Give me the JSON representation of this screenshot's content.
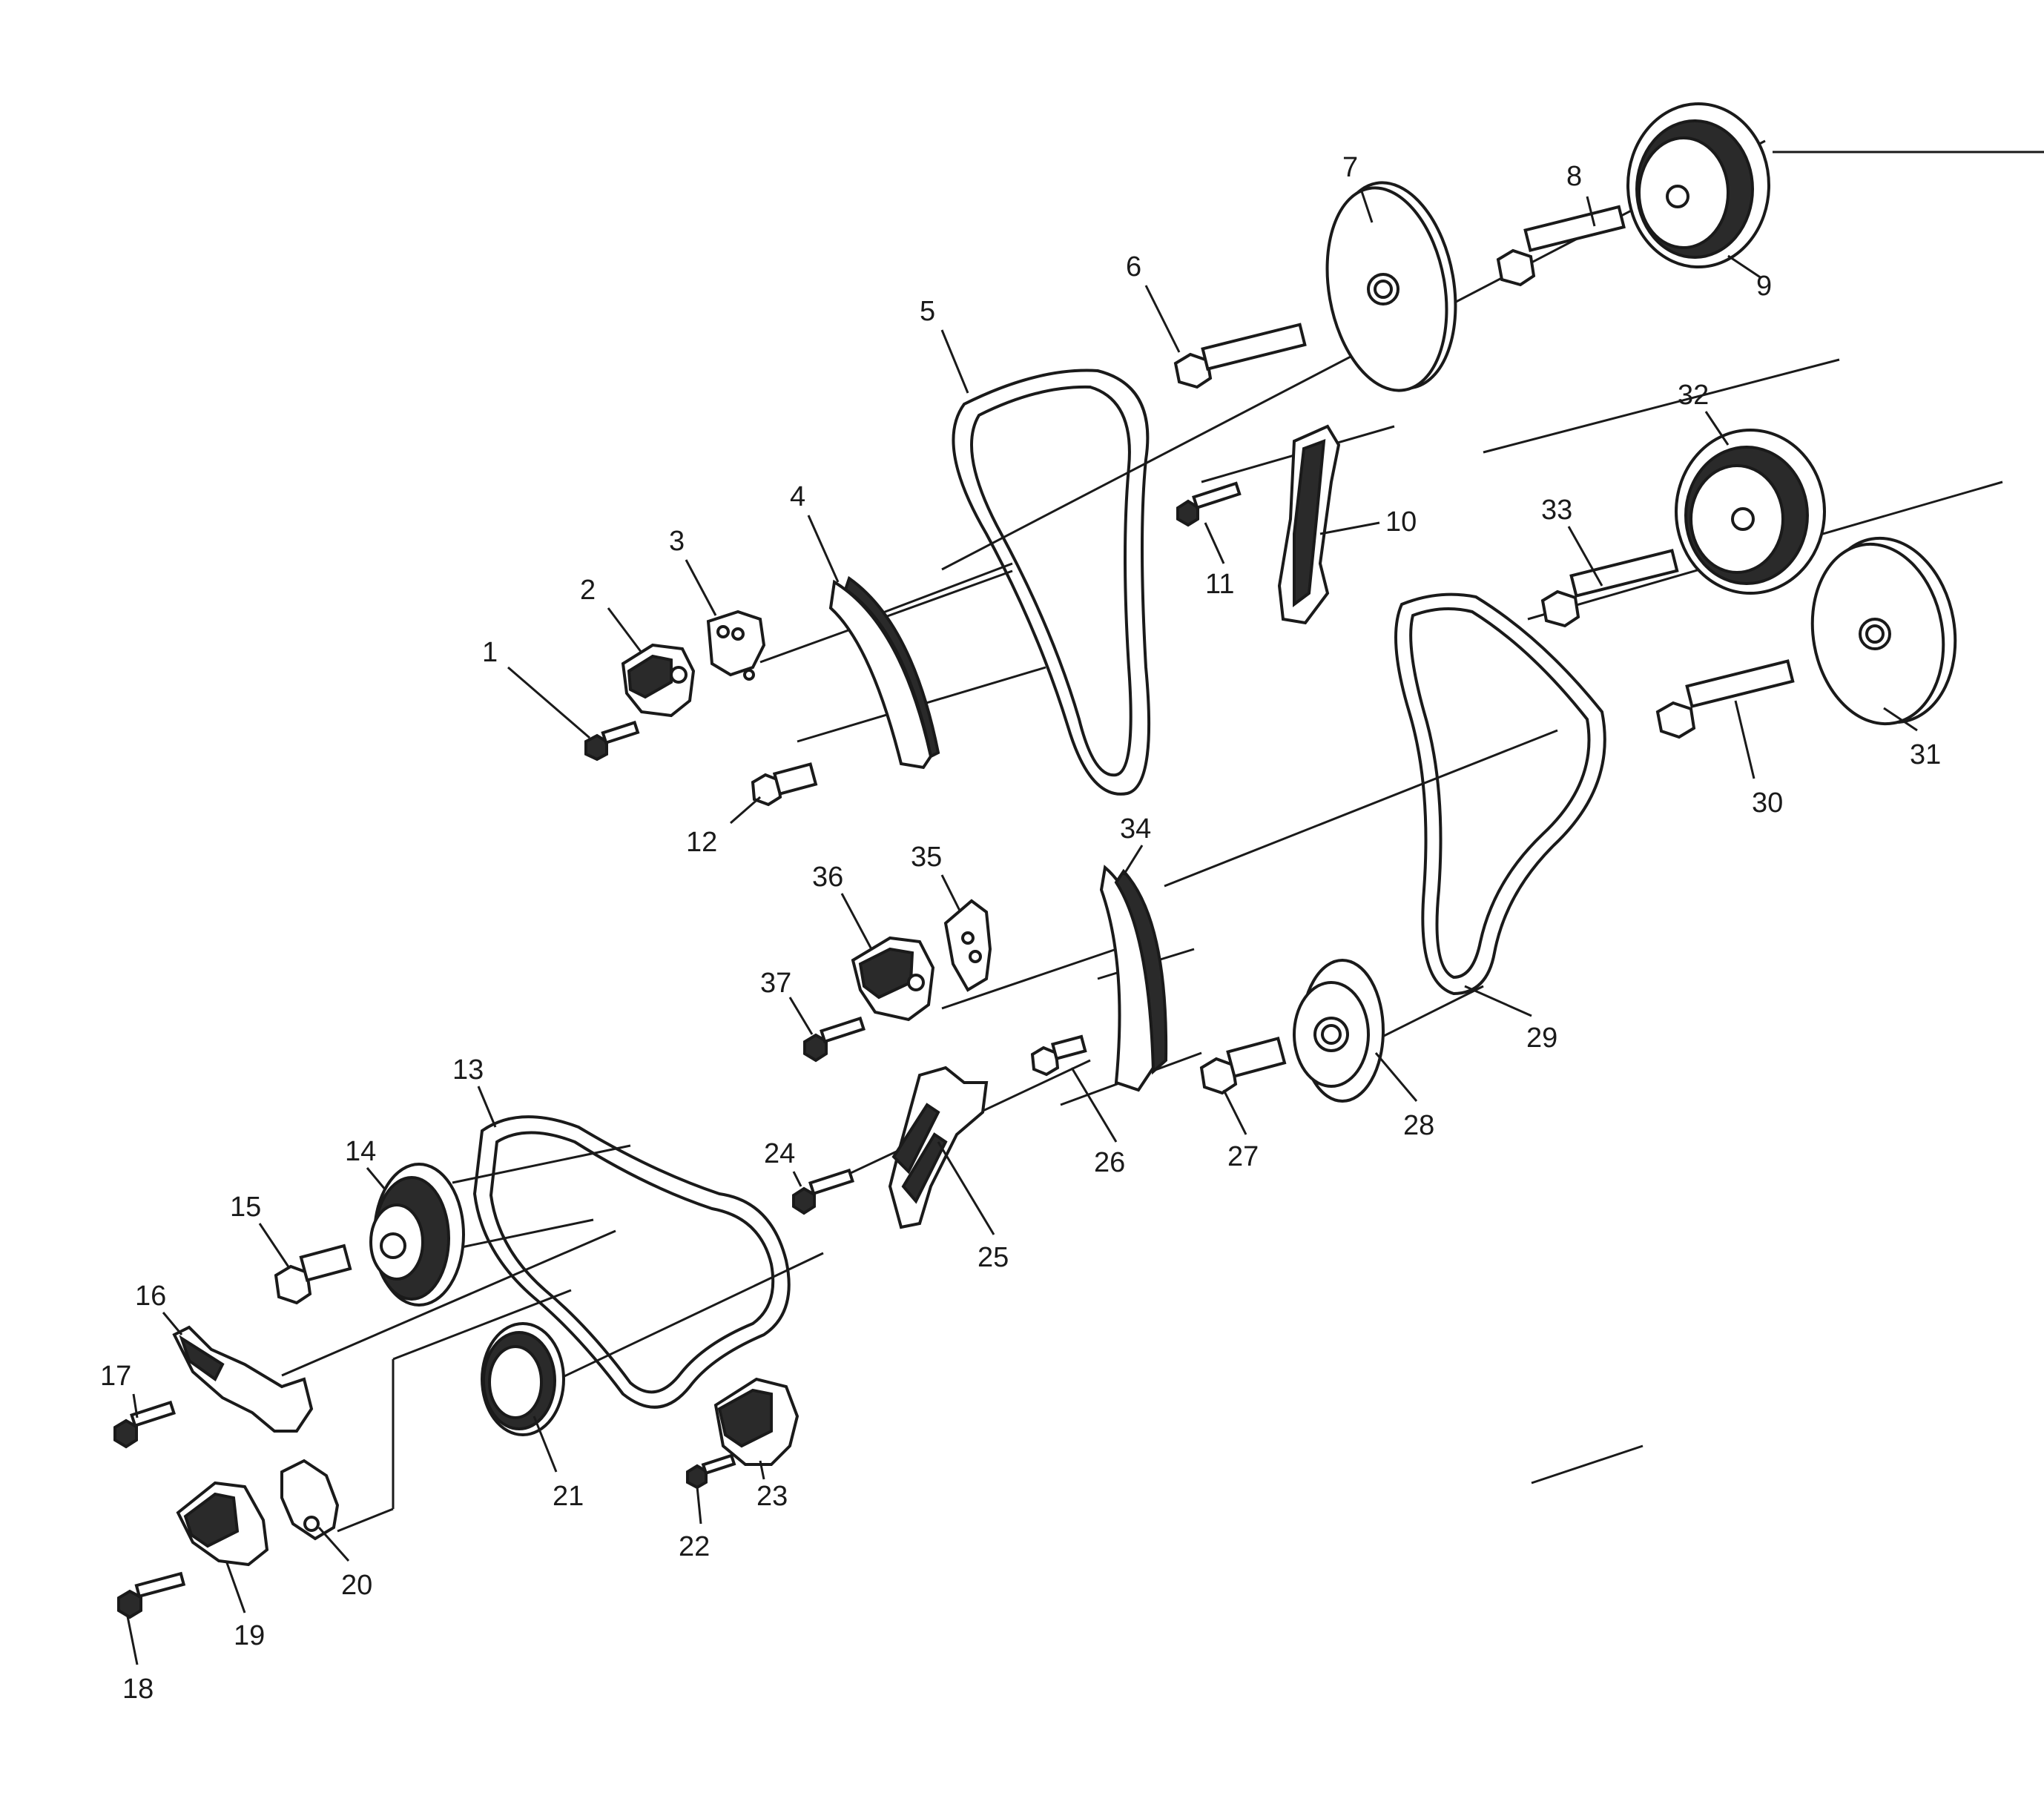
{
  "title": "",
  "callouts": [
    {
      "id": "1",
      "label": "1"
    },
    {
      "id": "2",
      "label": "2"
    },
    {
      "id": "3",
      "label": "3"
    },
    {
      "id": "4",
      "label": "4"
    },
    {
      "id": "5",
      "label": "5"
    },
    {
      "id": "6",
      "label": "6"
    },
    {
      "id": "7",
      "label": "7"
    },
    {
      "id": "8",
      "label": "8"
    },
    {
      "id": "9",
      "label": "9"
    },
    {
      "id": "10",
      "label": "10"
    },
    {
      "id": "11",
      "label": "11"
    },
    {
      "id": "12",
      "label": "12"
    },
    {
      "id": "13",
      "label": "13"
    },
    {
      "id": "14",
      "label": "14"
    },
    {
      "id": "15",
      "label": "15"
    },
    {
      "id": "16",
      "label": "16"
    },
    {
      "id": "17",
      "label": "17"
    },
    {
      "id": "18",
      "label": "18"
    },
    {
      "id": "19",
      "label": "19"
    },
    {
      "id": "20",
      "label": "20"
    },
    {
      "id": "21",
      "label": "21"
    },
    {
      "id": "22",
      "label": "22"
    },
    {
      "id": "23",
      "label": "23"
    },
    {
      "id": "24",
      "label": "24"
    },
    {
      "id": "25",
      "label": "25"
    },
    {
      "id": "26",
      "label": "26"
    },
    {
      "id": "27",
      "label": "27"
    },
    {
      "id": "28",
      "label": "28"
    },
    {
      "id": "29",
      "label": "29"
    },
    {
      "id": "30",
      "label": "30"
    },
    {
      "id": "31",
      "label": "31"
    },
    {
      "id": "32",
      "label": "32"
    },
    {
      "id": "33",
      "label": "33"
    },
    {
      "id": "34",
      "label": "34"
    },
    {
      "id": "35",
      "label": "35"
    },
    {
      "id": "36",
      "label": "36"
    },
    {
      "id": "37",
      "label": "37"
    }
  ],
  "colors": {
    "ink": "#1a1a1a",
    "paper": "#ffffff",
    "dark_fill": "#2a2a2a"
  }
}
